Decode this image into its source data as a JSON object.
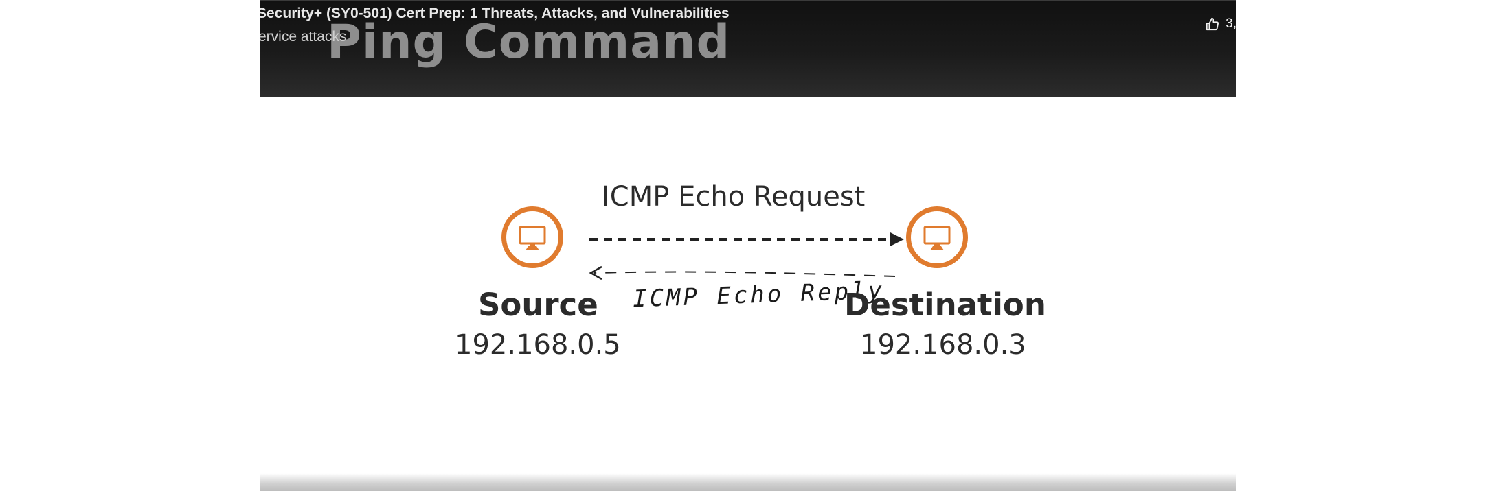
{
  "player": {
    "course_title": "Security+ (SY0-501) Cert Prep: 1 Threats, Attacks, and Vulnerabilities",
    "chapter_title": "ervice attacks",
    "like_count": "3,"
  },
  "slide": {
    "title": "Ping Command",
    "request_label": "ICMP Echo Request",
    "reply_label": "ICMP Echo Reply",
    "source": {
      "label": "Source",
      "ip": "192.168.0.5"
    },
    "destination": {
      "label": "Destination",
      "ip": "192.168.0.3"
    },
    "accent_color": "#e07b2e"
  },
  "icons": [
    "thumbs-up-icon",
    "computer-monitor-icon"
  ]
}
